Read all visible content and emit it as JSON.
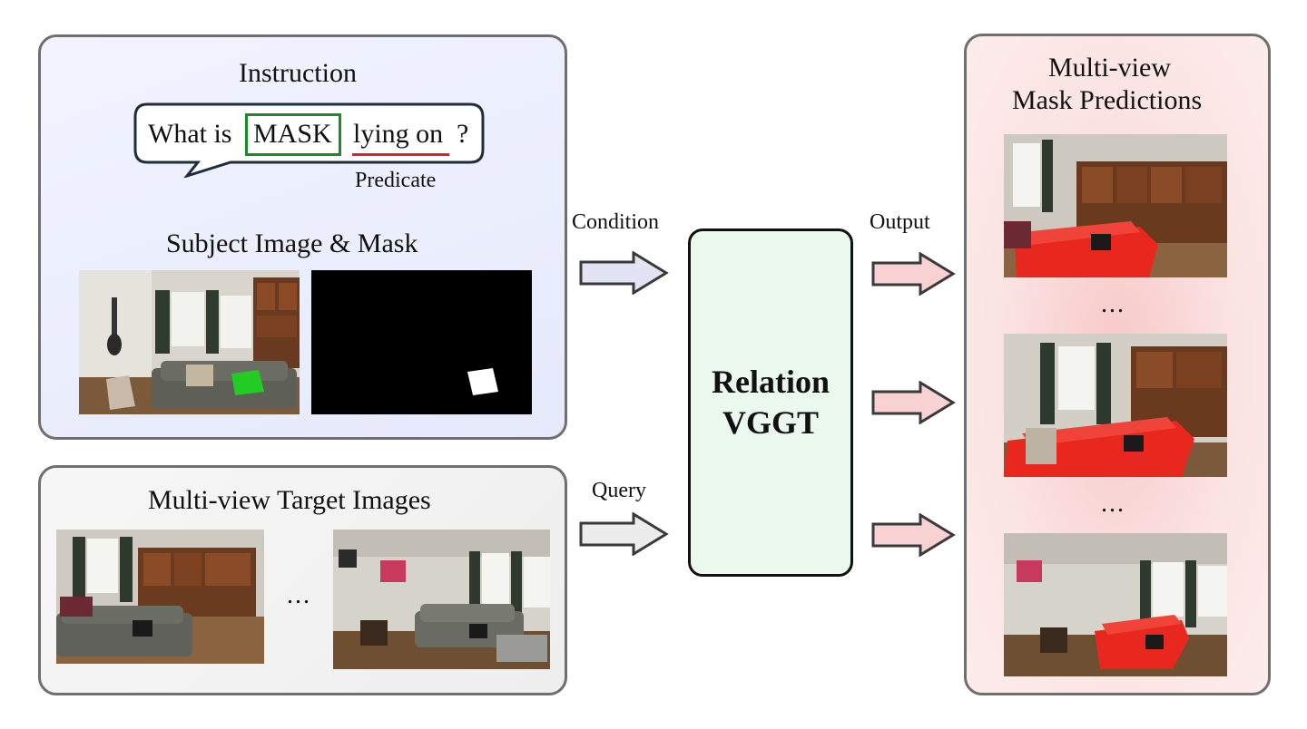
{
  "instruction_panel": {
    "title": "Instruction",
    "question_before": "What is",
    "mask_word": "MASK",
    "predicate_phrase": "lying on",
    "question_mark": "?",
    "predicate_label": "Predicate",
    "subject_title": "Subject Image & Mask"
  },
  "target_panel": {
    "title": "Multi-view Target Images",
    "ellipsis": "..."
  },
  "arrows": {
    "condition_label": "Condition",
    "query_label": "Query",
    "output_label": "Output"
  },
  "model": {
    "line1": "Relation",
    "line2": "VGGT"
  },
  "output_panel": {
    "title_line1": "Multi-view",
    "title_line2": "Mask Predictions",
    "ellipsis": "..."
  },
  "colors": {
    "mask_box": "#1f8a2a",
    "predicate_underline": "#e0202a",
    "mask_highlight": "#22cc22",
    "predicted_mask": "#e8281e",
    "condition_arrow_fill": "#e2e3f5",
    "query_arrow_fill": "#ececec",
    "output_arrow_fill": "#f8d2d2",
    "model_fill": "#eaf8ee"
  }
}
